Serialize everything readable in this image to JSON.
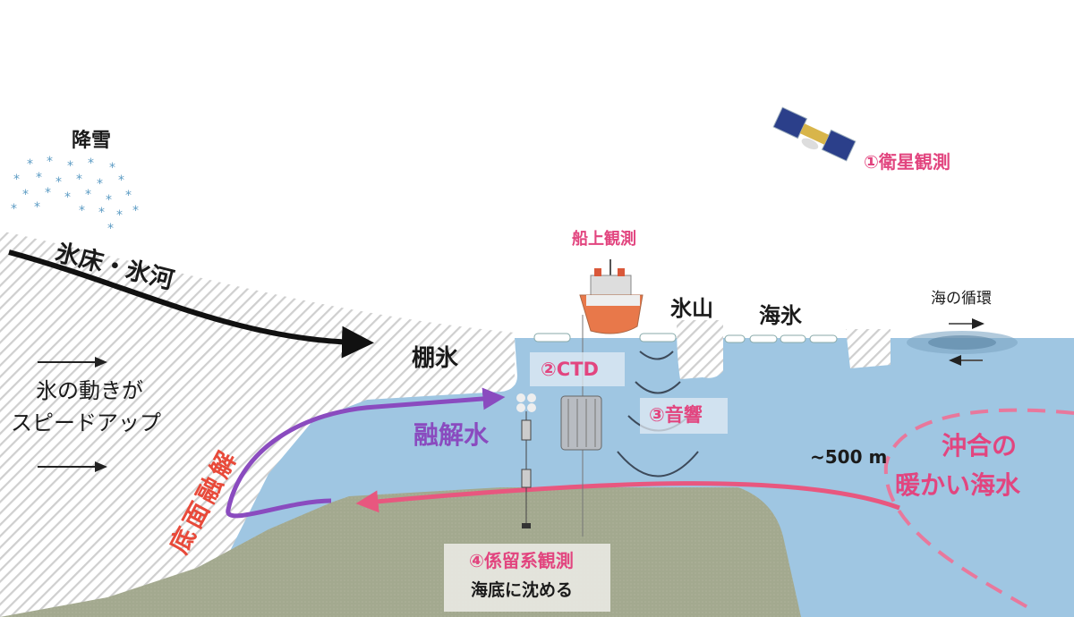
{
  "title": "南極沿岸の観測概念図",
  "labels": {
    "snowfall": "降雪",
    "ice_sheet_glacier": "氷床・氷河",
    "ice_shelf": "棚氷",
    "speedup_line1": "氷の動きが",
    "speedup_line2": "スピードアップ",
    "basal_melt": "底面融解",
    "meltwater": "融解水",
    "iceberg": "氷山",
    "sea_ice": "海氷",
    "ocean_circulation": "海の循環",
    "depth": "~500 m",
    "warm_water_line1": "沖合の",
    "warm_water_line2": "暖かい海水"
  },
  "observations": {
    "satellite": "①衛星観測",
    "shipboard": "船上観測",
    "ctd": "②CTD",
    "acoustic": "③音響",
    "mooring": "④係留系観測",
    "mooring_note": "海底に沈める"
  },
  "colors": {
    "water": "#9fc6e2",
    "ground": "#a3a98f",
    "pink": "#e2457f",
    "purple": "#8a4bbf",
    "red": "#e84a3a",
    "snow": "#5d9cc4"
  }
}
